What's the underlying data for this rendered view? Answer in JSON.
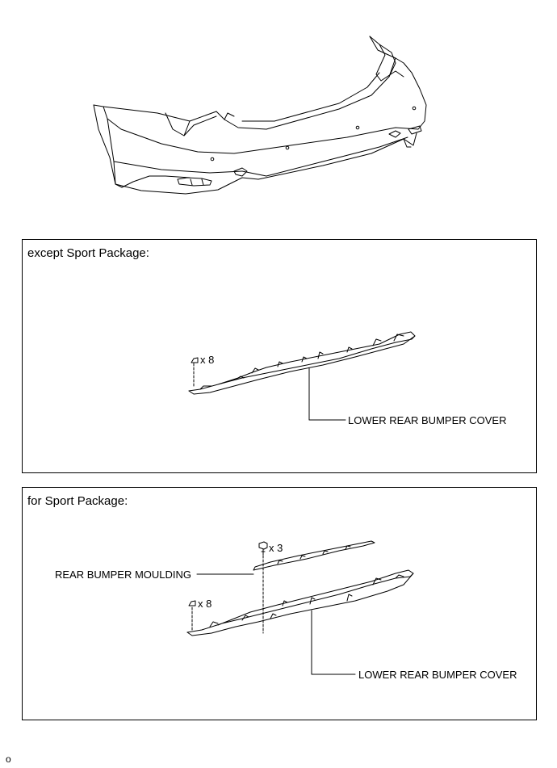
{
  "panels": [
    {
      "title": "except Sport Package:"
    },
    {
      "title": "for Sport Package:"
    }
  ],
  "labels": {
    "lower_rear_bumper_cover": "LOWER REAR BUMPER COVER",
    "rear_bumper_moulding": "REAR BUMPER MOULDING"
  },
  "quantities": {
    "clip_qty": "x 8",
    "screw_qty": "x 3"
  },
  "footer": {
    "code": "o"
  }
}
